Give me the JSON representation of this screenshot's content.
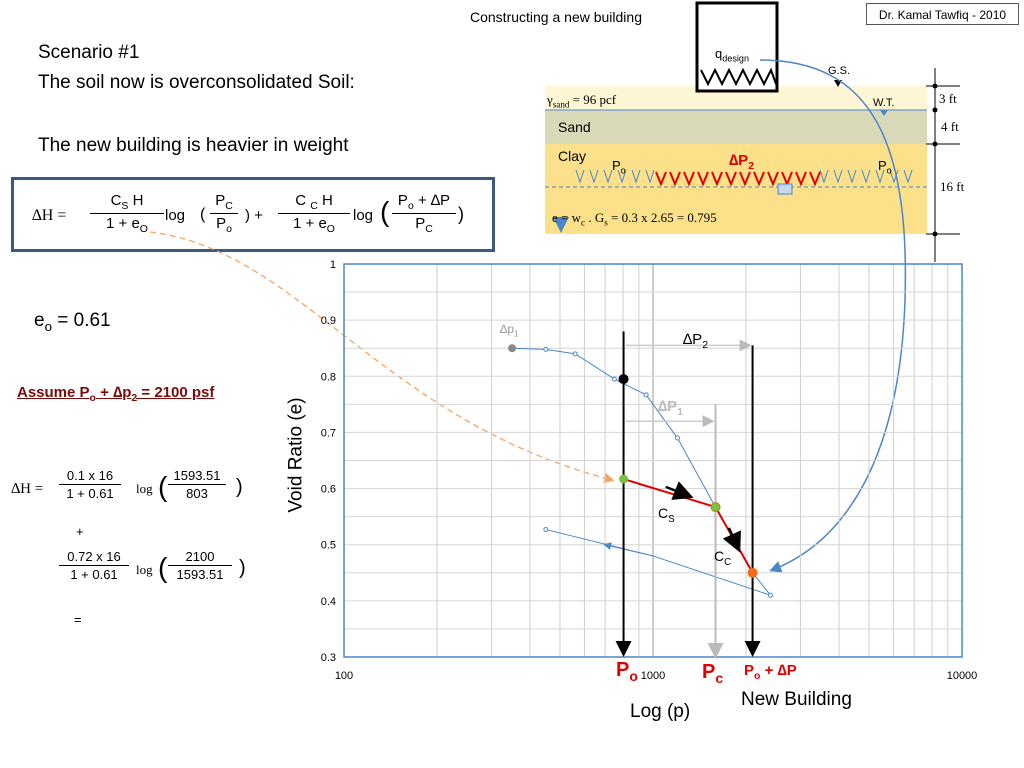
{
  "credit": "Dr. Kamal Tawfiq - 2010",
  "scenario": {
    "title": "Scenario #1",
    "line1": "The soil now is overconsolidated Soil:",
    "line2": "The new building is heavier in weight"
  },
  "formula": {
    "lhs": "∆H =",
    "t1_num_a": "C",
    "t1_num_sub": "S",
    "t1_num_b": " H",
    "t1_den_a": "1 + e",
    "t1_den_sub": "O",
    "log1": "log",
    "p1_num_a": "P",
    "p1_num_sub": "C",
    "p1_den_a": "P",
    "p1_den_sub": "o",
    "plus": ") +",
    "t2_num_a": "C ",
    "t2_num_sub": "C",
    "t2_num_b": " H",
    "t2_den_a": "1 + e",
    "t2_den_sub": "O",
    "log2": "log",
    "p2_num_a": "P",
    "p2_num_sub": "o",
    "p2_num_b": " + ∆P",
    "p2_den_a": "P",
    "p2_den_sub": "C"
  },
  "eo": {
    "label": "e",
    "sub": "o",
    "value": " =  0.61"
  },
  "assume": {
    "a": "Assume  P",
    "sub1": "o",
    "b": " + ∆p",
    "sub2": "2",
    "c": " = 2100 psf"
  },
  "calc": {
    "lhs": "∆H =",
    "t1_num": "0.1 x 16",
    "t1_den": "1 + 0.61",
    "t1_log": "log",
    "t1_in_num": "1593.51",
    "t1_in_den": "803",
    "plus": "+",
    "t2_num": "0.72 x 16",
    "t2_den": "1 + 0.61",
    "t2_log": "log",
    "t2_in_num": "2100",
    "t2_in_den": "1593.51",
    "equals": "="
  },
  "profile": {
    "building_label": "Constructing a new building",
    "q_label": "q",
    "q_sub": "design",
    "gs": "G.S.",
    "wt": "W.T.",
    "gamma_a": "γ",
    "gamma_sub": "sand",
    "gamma_b": " = 96 pcf",
    "sand": "Sand",
    "clay": "Clay",
    "po_left": "P",
    "po_right": "P",
    "po_sub": "o",
    "dp2": "∆P",
    "dp2_sub": "2",
    "eo_a": "e",
    "eo_b": " = w",
    "eo_sub": "c",
    "eo_c": " . G",
    "eo_sub2": "s",
    "eo_d": " = 0.3 x 2.65 = 0.795",
    "dim1": "3 ft",
    "dim2": "4 ft",
    "dim3": "16 ft"
  },
  "chart_annotations": {
    "dp1_top": "∆p",
    "dp1_top_sub": "1",
    "dp2": "∆P",
    "dp2_sub": "2",
    "dp1_mid": "∆P",
    "dp1_mid_sub": "1",
    "cs": "C",
    "cs_sub": "S",
    "cc": "C",
    "cc_sub": "C",
    "po": "P",
    "po_sub": "o",
    "pc": "P",
    "pc_sub": "c",
    "popdp_a": "P",
    "popdp_sub": "o",
    "popdp_b": " + ∆P",
    "new_building": "New Building",
    "xlabel": "Log (p)",
    "ylabel": "Void Ratio (e)"
  },
  "colors": {
    "sand": "#d9d9b8",
    "clay": "#fde08a",
    "frame": "#3a5a80",
    "curve": "#4a86c8",
    "red": "#e00000",
    "green": "#7ac142",
    "orange": "#f26b1d"
  },
  "chart_data": {
    "type": "line",
    "xscale": "log",
    "xlim": [
      100,
      10000
    ],
    "ylim": [
      0.3,
      1.0
    ],
    "xticks": [
      "100",
      "1000",
      "10000"
    ],
    "yticks": [
      "0.3",
      "0.4",
      "0.5",
      "0.6",
      "0.7",
      "0.8",
      "0.9",
      "1"
    ],
    "xlabel": "Log (p)",
    "ylabel": "Void Ratio (e)",
    "grid": true,
    "series": [
      {
        "x": [
          350,
          450,
          560,
          750,
          950,
          1200,
          1593,
          2100,
          2400
        ],
        "y": [
          0.85,
          0.848,
          0.84,
          0.795,
          0.767,
          0.69,
          0.567,
          0.45,
          0.41
        ]
      },
      {
        "x": [
          2400,
          1000,
          450
        ],
        "y": [
          0.41,
          0.48,
          0.527
        ]
      },
      {
        "x": [
          803,
          1593.51,
          2100
        ],
        "y": [
          0.617,
          0.567,
          0.45
        ]
      }
    ],
    "points": [
      {
        "x": 350,
        "y": 0.85
      },
      {
        "x": 803,
        "y": 0.795
      },
      {
        "x": 803,
        "y": 0.617
      },
      {
        "x": 1593.51,
        "y": 0.567
      },
      {
        "x": 2100,
        "y": 0.45
      }
    ]
  }
}
